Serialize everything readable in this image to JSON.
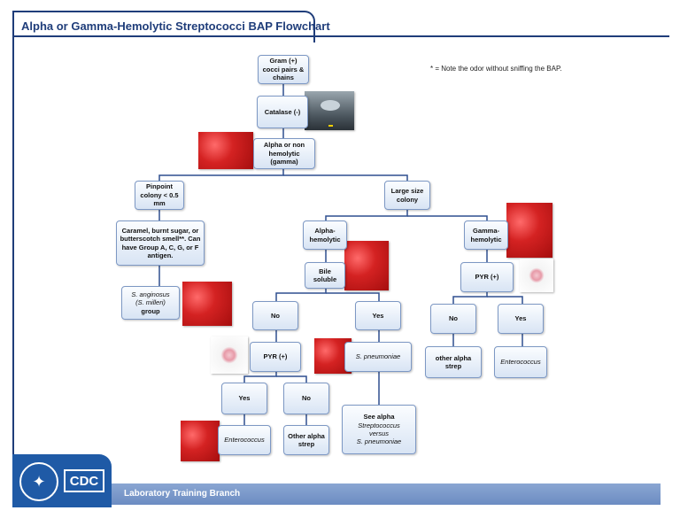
{
  "header": {
    "title": "Alpha or Gamma-Hemolytic Streptococci BAP Flowchart"
  },
  "note": "* = Note the odor without sniffing the BAP.",
  "nodes": {
    "gram": "Gram (+) cocci pairs & chains",
    "catalase": "Catalase (-)",
    "alpha_non": "Alpha or non hemolytic (gamma)",
    "pinpoint": "Pinpoint colony < 0.5 mm",
    "large": "Large size colony",
    "caramel": "Caramel, burnt sugar, or butterscotch smell**. Can have Group A, C, G, or F antigen.",
    "anginosus_a": "S. anginosus",
    "anginosus_b": "(S. milleri)",
    "anginosus_c": "group",
    "alpha_hem": "Alpha-hemolytic",
    "gamma_hem": "Gamma-hemolytic",
    "bile": "Bile soluble",
    "pyr_right": "PYR (+)",
    "no1": "No",
    "yes1": "Yes",
    "no_right": "No",
    "yes_right": "Yes",
    "pyr_left": "PYR (+)",
    "spneumo": "S. pneumoniae",
    "other_alpha_right": "other alpha strep",
    "entero_right": "Enterococcus",
    "yes2": "Yes",
    "no2": "No",
    "entero_left": "Enterococcus",
    "other_alpha_left": "Other alpha strep",
    "see_alpha_a": "See alpha",
    "see_alpha_b": "Streptococcus",
    "see_alpha_c": "versus",
    "see_alpha_d": "S. pneumoniae"
  },
  "footer": {
    "text": "Laboratory Training Branch",
    "logo": "CDC",
    "hhs_icon": "hhs-eagle-icon"
  }
}
